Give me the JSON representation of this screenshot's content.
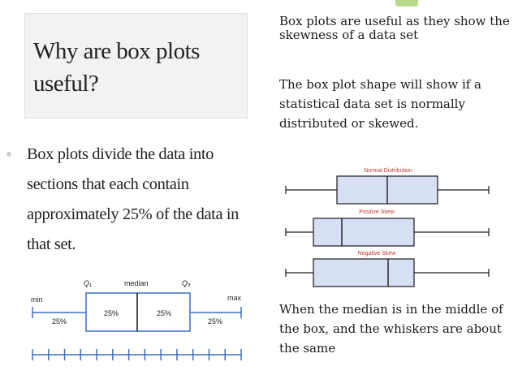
{
  "left": {
    "title": "Why are box plots useful?",
    "body": "Box plots divide the data into sections that each contain approximately 25% of the data in that set."
  },
  "diagram": {
    "q1_label": "Q₁",
    "median_label": "median",
    "q3_label": "Q₃",
    "min_label": "min",
    "max_label": "max",
    "quartile_labels": [
      "25%",
      "25%",
      "25%",
      "25%"
    ]
  },
  "right": {
    "para1": "Box plots are useful as they show the skewness of a data set",
    "para2": "The box plot shape will show if a statistical data set is normally distributed or skewed.",
    "plots": [
      {
        "label": "Normal Distribution"
      },
      {
        "label": "Positive Skew"
      },
      {
        "label": "Negative Skew"
      }
    ],
    "para3": "When the median is in the middle of the box, and the whiskers are about the same"
  },
  "colors": {
    "box_fill": "#d6dff4",
    "box_stroke": "#1a1a1a",
    "diagram_blue": "#3a6fc4",
    "skew_label_red": "#c0392b"
  }
}
